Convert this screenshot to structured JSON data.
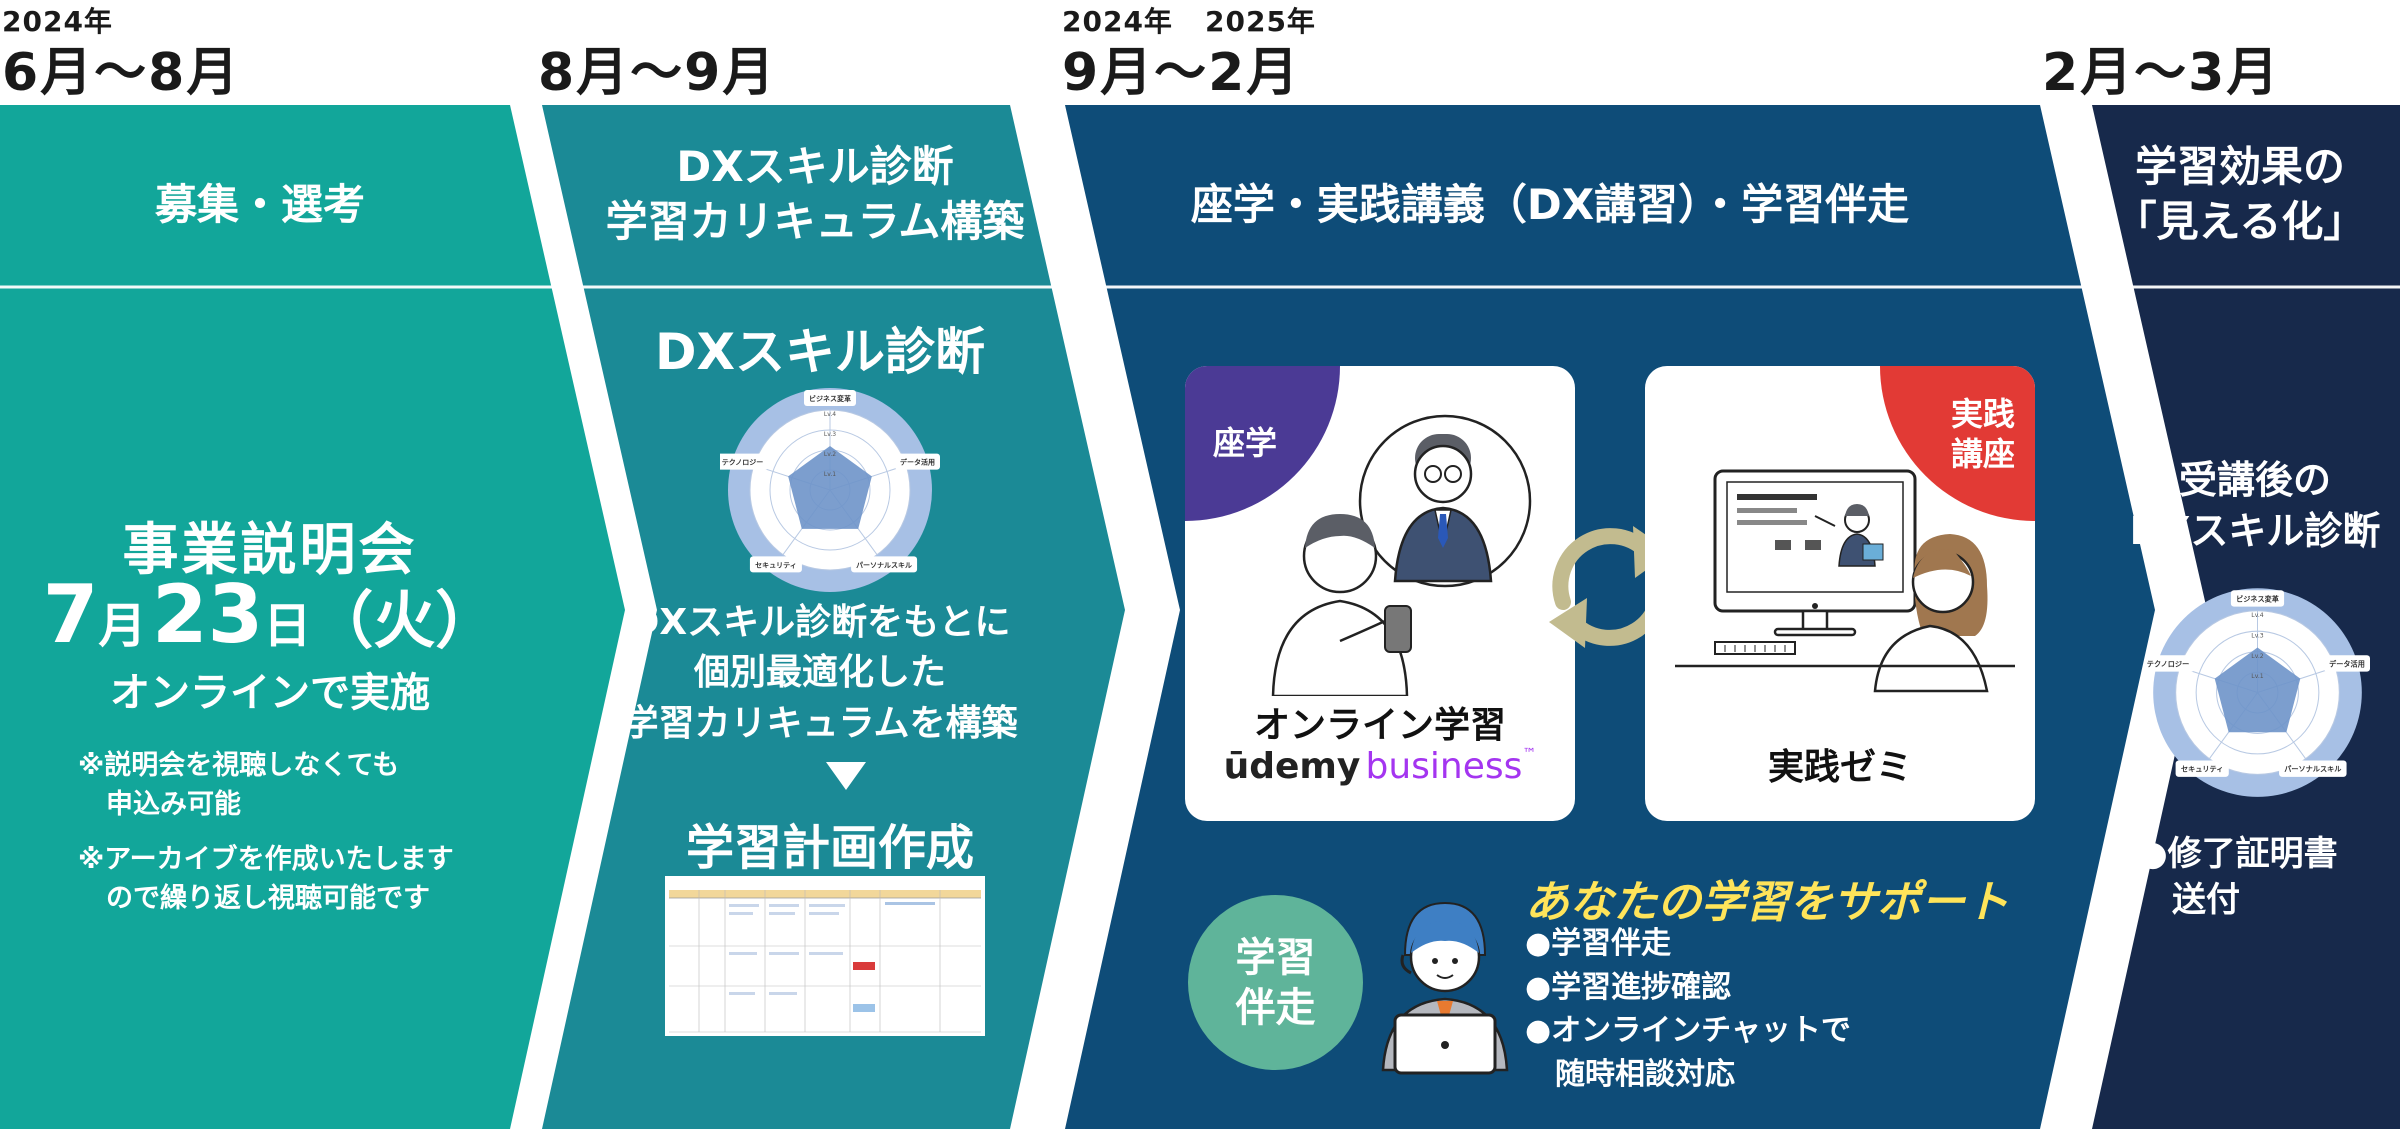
{
  "timeline": {
    "p1": {
      "year": "2024年",
      "range": "6月～8月",
      "title": "募集・選考"
    },
    "p2": {
      "range": "8月～9月",
      "title_l1": "DXスキル診断",
      "title_l2": "学習カリキュラム構築"
    },
    "p3": {
      "year_a": "2024年",
      "year_b": "2025年",
      "range": "9月～2月",
      "title": "座学・実践講義（DX講習）・学習伴走"
    },
    "p4": {
      "range": "2月～3月",
      "title_l1": "学習効果の",
      "title_l2": "「見える化」"
    }
  },
  "phase1": {
    "event_l1": "事業説明会",
    "event_date_m": "7",
    "event_date_mu": "月",
    "event_date_d": "23",
    "event_date_du": "日",
    "event_date_w": "（火）",
    "event_l3": "オンラインで実施",
    "note1_l1": "※説明会を視聴しなくても",
    "note1_l2": "申込み可能",
    "note2_l1": "※アーカイブを作成いたします",
    "note2_l2": "ので繰り返し視聴可能です"
  },
  "phase2": {
    "diag_title": "DXスキル診断",
    "desc_l1": "DXスキル診断をもとに",
    "desc_l2": "個別最適化した",
    "desc_l3": "学習カリキュラムを構築",
    "plan_title": "学習計画作成"
  },
  "radar": {
    "labels": [
      "ビジネス変革",
      "データ活用",
      "パーソナルスキル",
      "セキュリティ",
      "テクノロジー"
    ],
    "levels": [
      "Lv.4",
      "Lv.3",
      "Lv.2",
      "Lv.1"
    ],
    "values": [
      0.55,
      0.55,
      0.6,
      0.6,
      0.55
    ],
    "fill_color": "#6e93c9",
    "ring_color": "#a7c0e5"
  },
  "phase3": {
    "card1_tag": "座学",
    "card1_label": "オンライン学習",
    "card1_brand_a": "ūdemy",
    "card1_brand_b": "business",
    "card1_brand_tm": "™",
    "card2_tag_l1": "実践",
    "card2_tag_l2": "講座",
    "card2_label": "実践ゼミ",
    "support_badge_l1": "学習",
    "support_badge_l2": "伴走",
    "support_title": "あなたの学習をサポート",
    "support_items": [
      "●学習伴走",
      "●学習進捗確認",
      "●オンラインチャットで",
      "　随時相談対応"
    ]
  },
  "phase4": {
    "post_l1": "受講後の",
    "post_l2": "DXスキル診断",
    "bullet_l1": "●修了証明書",
    "bullet_l2": "　送付"
  },
  "colors": {
    "p1": "#12a69a",
    "p2": "#1b8a96",
    "p3": "#0e4c78",
    "p4": "#17294b",
    "tag_zagaku": "#4b3a95",
    "tag_jissen": "#e23a35",
    "support_yellow": "#ffe45a",
    "badge_green": "#5fb49a",
    "cycle_arrow": "#c2bb8f"
  }
}
